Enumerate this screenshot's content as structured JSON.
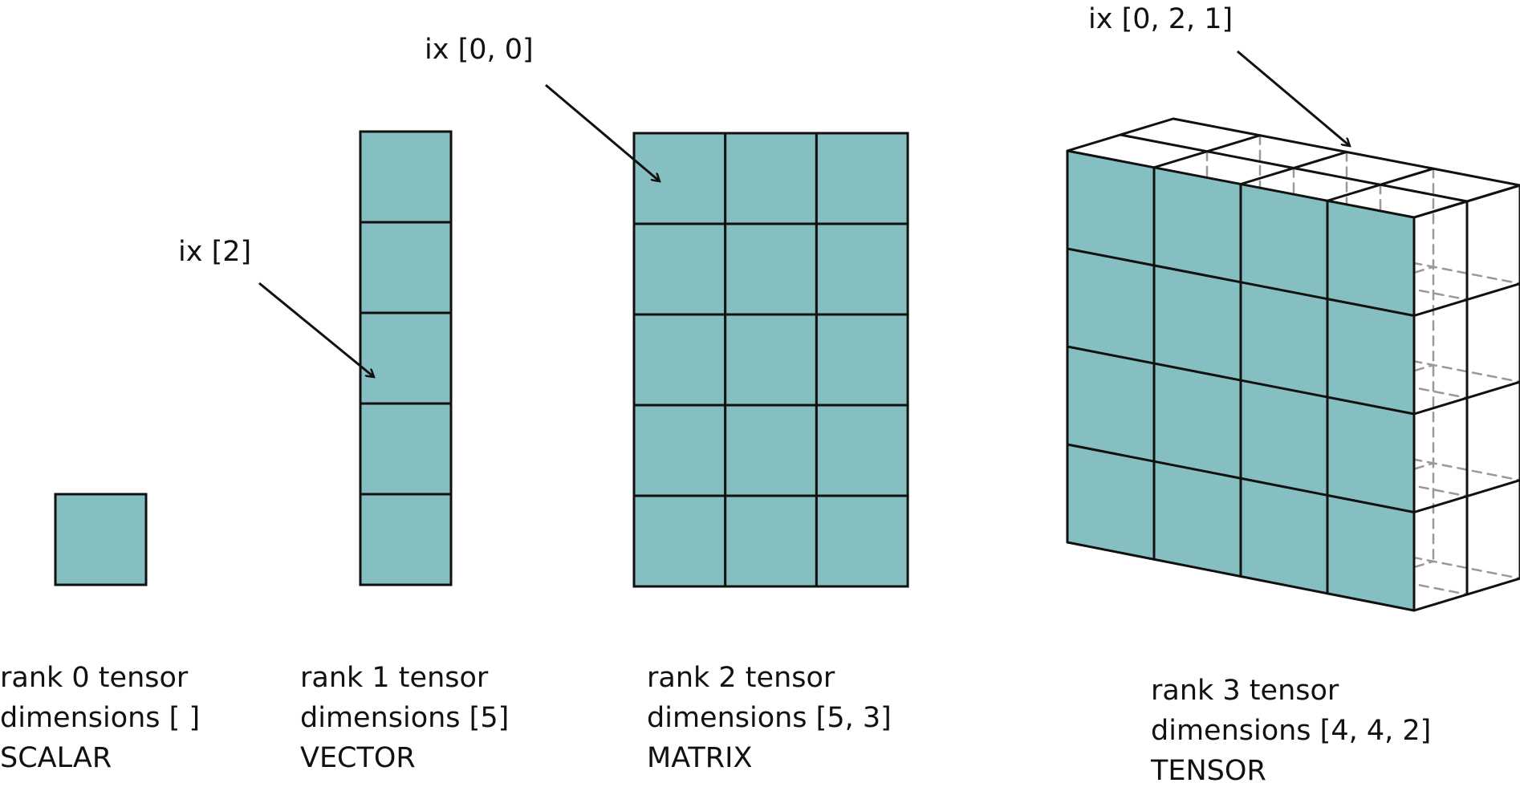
{
  "colors": {
    "cell_fill": "#85BFC1",
    "stroke": "#111111",
    "hidden_stroke": "#999999"
  },
  "labels": {
    "ix_vector": "ix [2]",
    "ix_matrix": "ix [0, 0]",
    "ix_tensor": "ix [0, 2, 1]"
  },
  "scalar": {
    "rank": "rank 0 tensor",
    "dims": "dimensions [ ]",
    "kind": "SCALAR"
  },
  "vector": {
    "rank": "rank 1 tensor",
    "dims": "dimensions [5]",
    "kind": "VECTOR",
    "cells": 5
  },
  "matrix": {
    "rank": "rank 2 tensor",
    "dims": "dimensions [5, 3]",
    "kind": "MATRIX",
    "rows": 5,
    "cols": 3
  },
  "tensor": {
    "rank": "rank 3 tensor",
    "dims": "dimensions [4, 4, 2]",
    "kind": "TENSOR",
    "rows": 4,
    "cols": 4,
    "depth": 2
  }
}
